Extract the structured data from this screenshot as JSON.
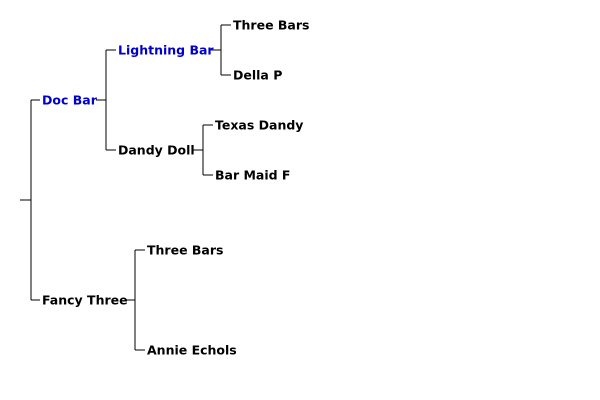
{
  "colors": {
    "text": "#000000",
    "link": "#0000cc",
    "line": "#000000"
  },
  "pedigree": {
    "sire": {
      "name": "Doc Bar",
      "is_link": true,
      "sire": {
        "name": "Lightning Bar",
        "is_link": true,
        "sire": {
          "name": "Three Bars",
          "is_link": false
        },
        "dam": {
          "name": "Della P",
          "is_link": false
        }
      },
      "dam": {
        "name": "Dandy Doll",
        "is_link": false,
        "sire": {
          "name": "Texas Dandy",
          "is_link": false
        },
        "dam": {
          "name": "Bar Maid F",
          "is_link": false
        }
      }
    },
    "dam": {
      "name": "Fancy Three",
      "is_link": false,
      "sire": {
        "name": "Three Bars",
        "is_link": false
      },
      "dam": {
        "name": "Annie Echols",
        "is_link": false
      }
    }
  }
}
